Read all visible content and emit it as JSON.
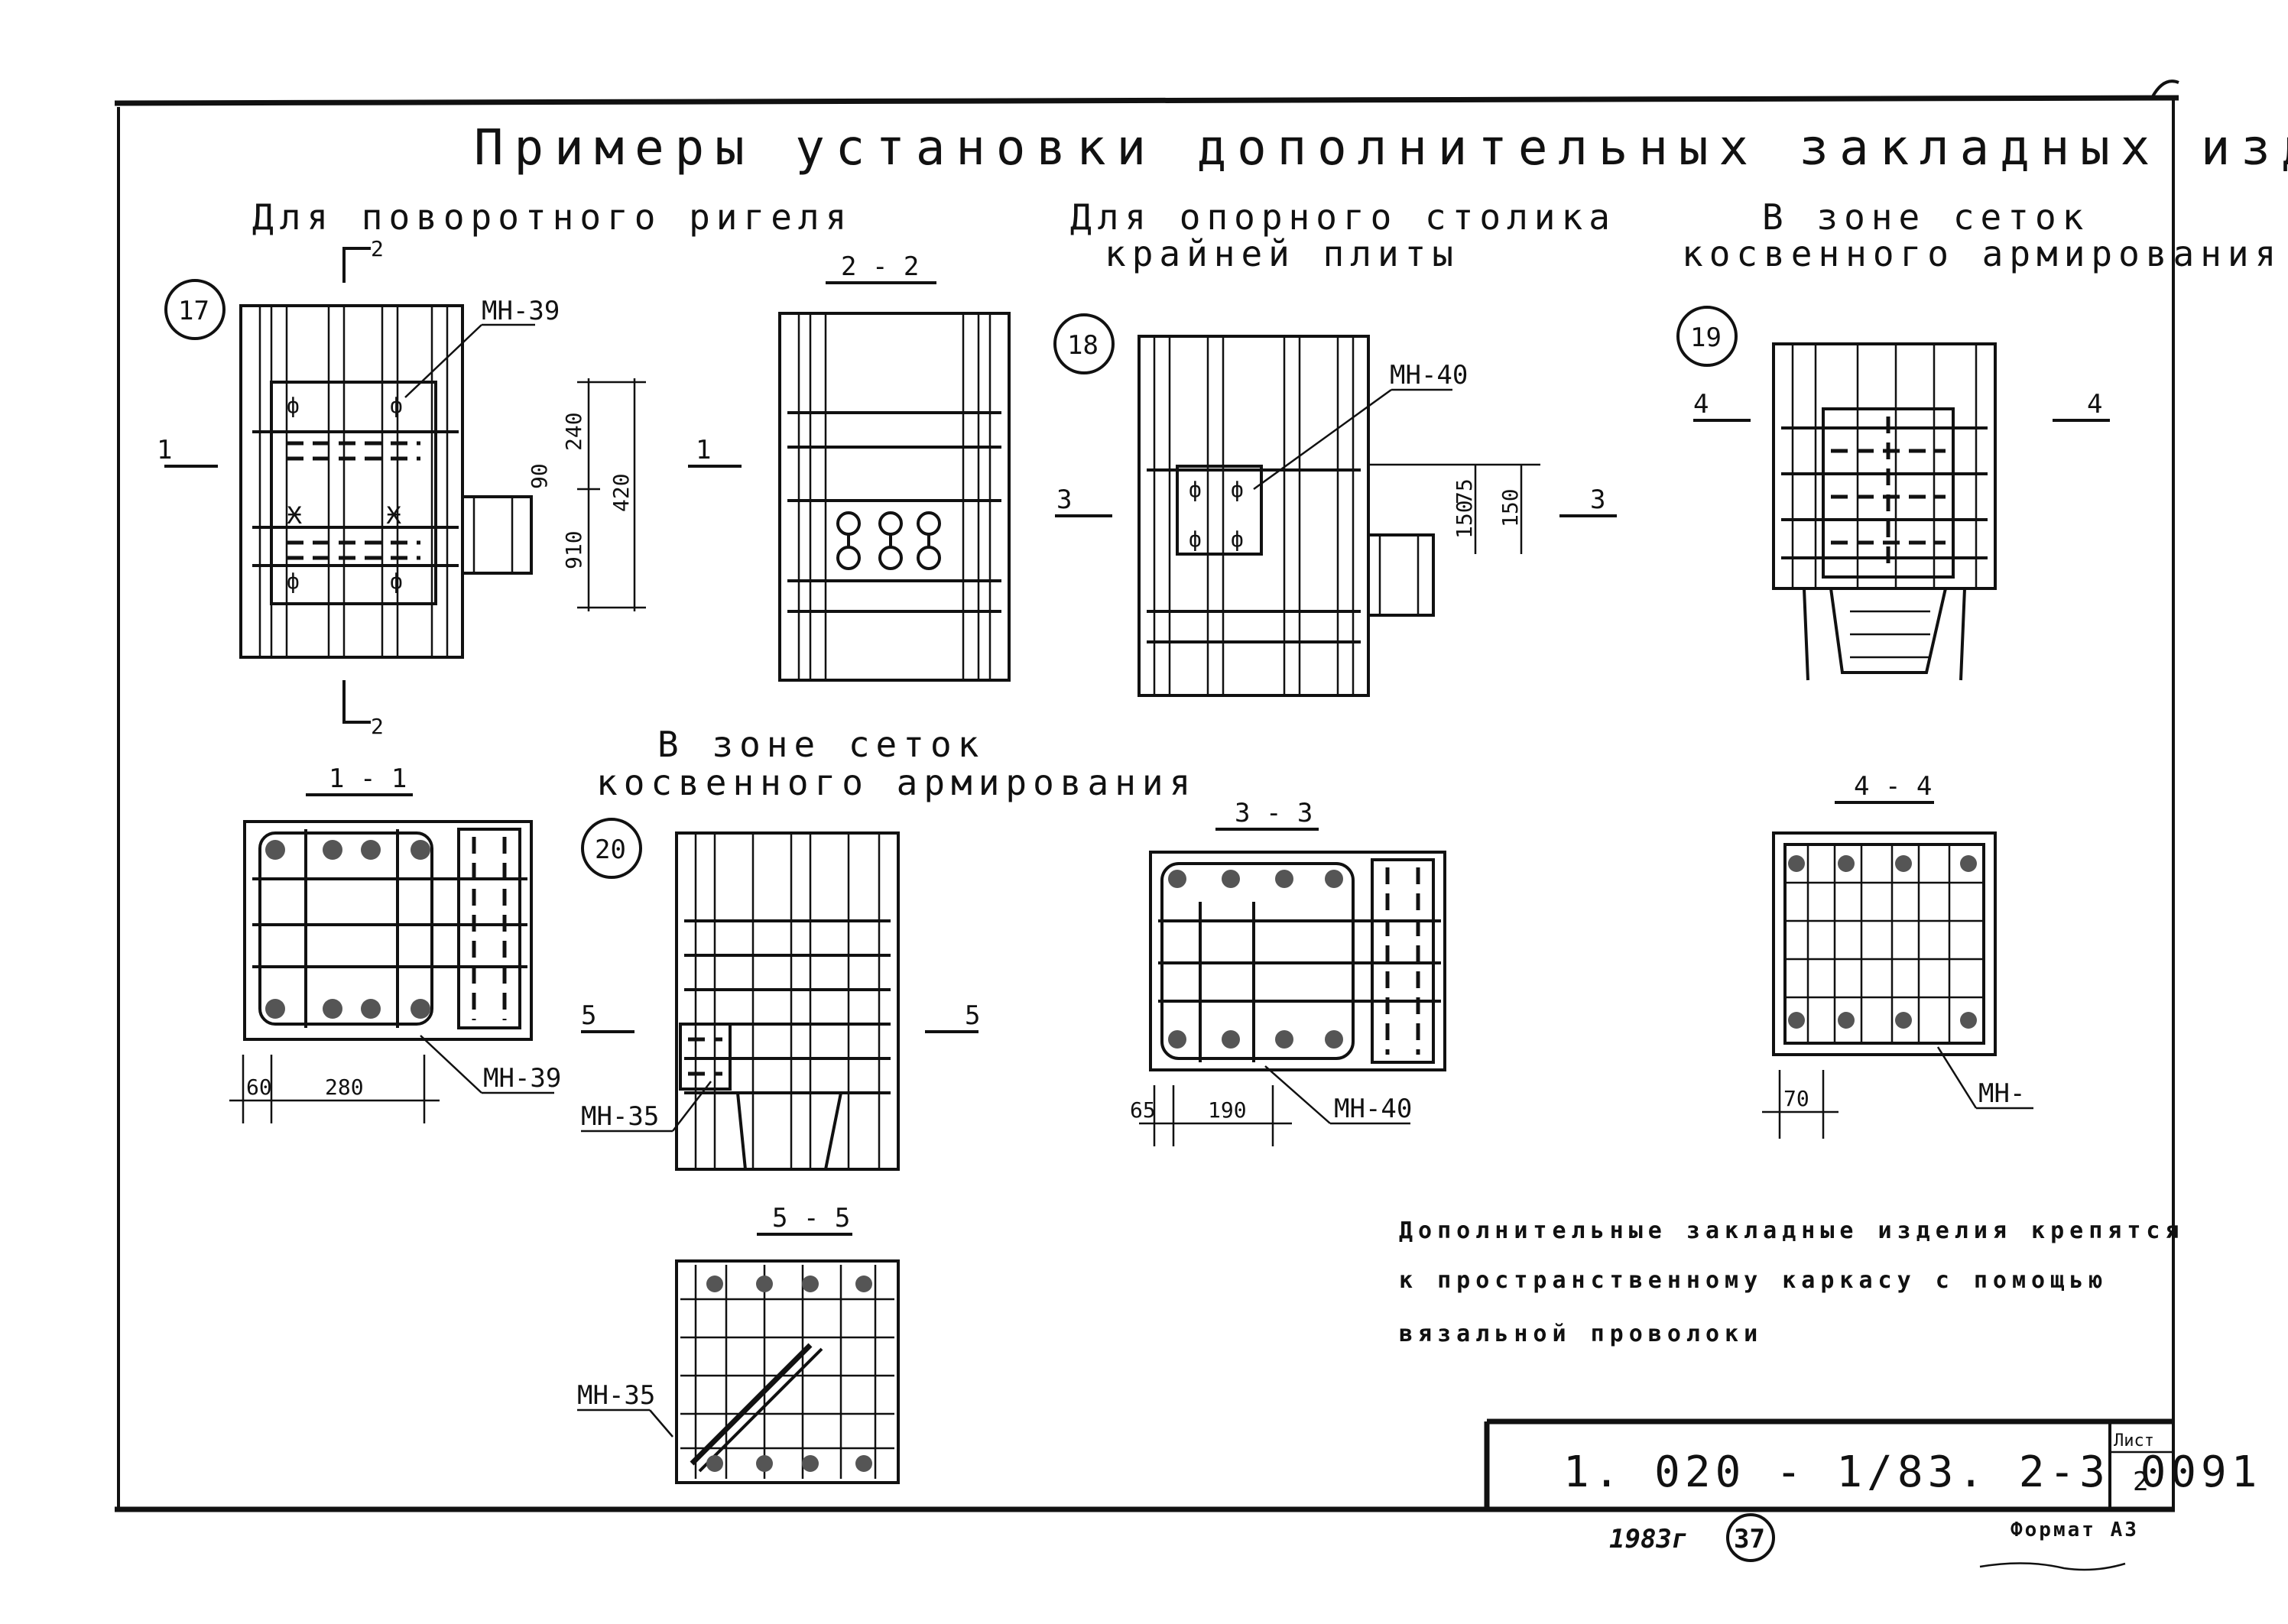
{
  "title": "Примеры установки дополнительных закладных изделий",
  "headings": {
    "rigel": "Для поворотного ригеля",
    "stolik": [
      "Для опорного столика",
      "крайней плиты"
    ],
    "zone_right": [
      "В зоне сеток",
      "косвенного армирования"
    ],
    "zone_mid": [
      "В зоне сеток",
      "косвенного армирования"
    ]
  },
  "details": {
    "d17": "17",
    "d18": "18",
    "d19": "19",
    "d20": "20"
  },
  "sections": {
    "s22": "2 - 2",
    "s11": "1 - 1",
    "s33": "3 - 3",
    "s44": "4 - 4",
    "s55": "5 - 5"
  },
  "cut_marks": {
    "c1": "1",
    "c2": "2",
    "c3": "3",
    "c4": "4",
    "c5": "5"
  },
  "items": {
    "mn39": "МН-39",
    "mn40": "МН-40",
    "mn35": "МН-35",
    "mn_partial": "МН-"
  },
  "dims": {
    "d240": "240",
    "d420": "420",
    "d910": "910",
    "d90": "90",
    "d60": "60",
    "d280": "280",
    "d75": "75",
    "d150a": "150",
    "d150b": "150",
    "d65": "65",
    "d190": "190",
    "d70": "70"
  },
  "note_lines": [
    "Дополнительные закладные изделия крепятся",
    "к пространственному каркасу с помощью",
    "вязальной проволоки"
  ],
  "stamp": {
    "code": "1. 020 - 1/83. 2-3 0091",
    "sheet_label": "Лист",
    "sheet_number": "2"
  },
  "footer": {
    "year": "1983г",
    "page_circle": "37",
    "format": "Формат А3"
  }
}
